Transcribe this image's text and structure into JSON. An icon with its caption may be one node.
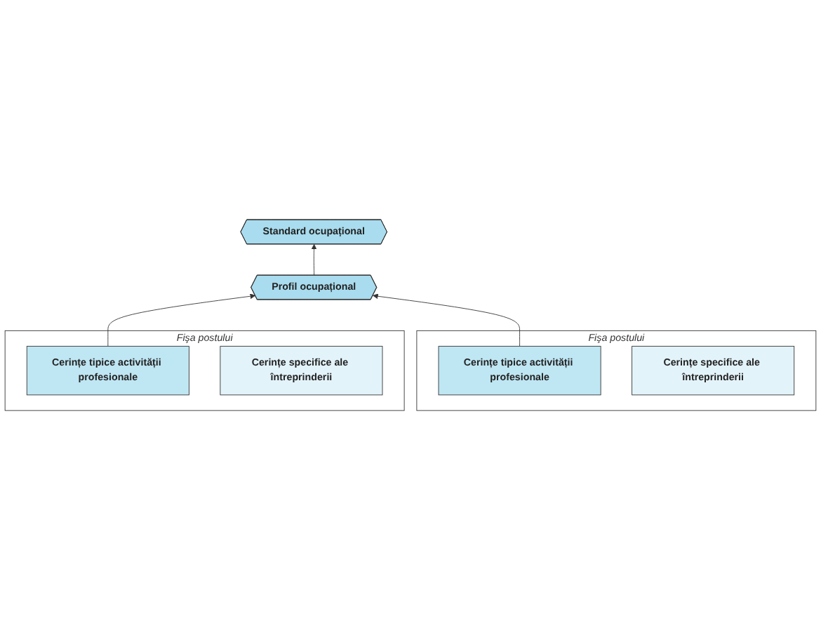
{
  "diagram": {
    "nodes": [
      {
        "text": [
          "Standard ocupațional"
        ]
      },
      {
        "text": [
          "Profil ocupațional"
        ]
      },
      {
        "text": [
          "Fişa postului"
        ]
      },
      {
        "text": [
          "Cerințe tipice activității profesionale"
        ],
        "in": 2
      },
      {
        "text": [
          "Cerințe specifice ale întreprinderii"
        ],
        "in": 2
      },
      {
        "text": [
          "Fişa postului"
        ]
      },
      {
        "text": [
          "Cerințe tipice activității profesionale"
        ],
        "in": 5
      },
      {
        "text": [
          "Cerințe specifice ale întreprinderii"
        ],
        "in": 5
      }
    ],
    "edges": [
      {
        "from": 1,
        "to": 0,
        "arrow": "to"
      },
      {
        "from": 3,
        "to": 1,
        "arrow": "to"
      },
      {
        "from": 6,
        "to": 1,
        "arrow": "to"
      }
    ]
  }
}
